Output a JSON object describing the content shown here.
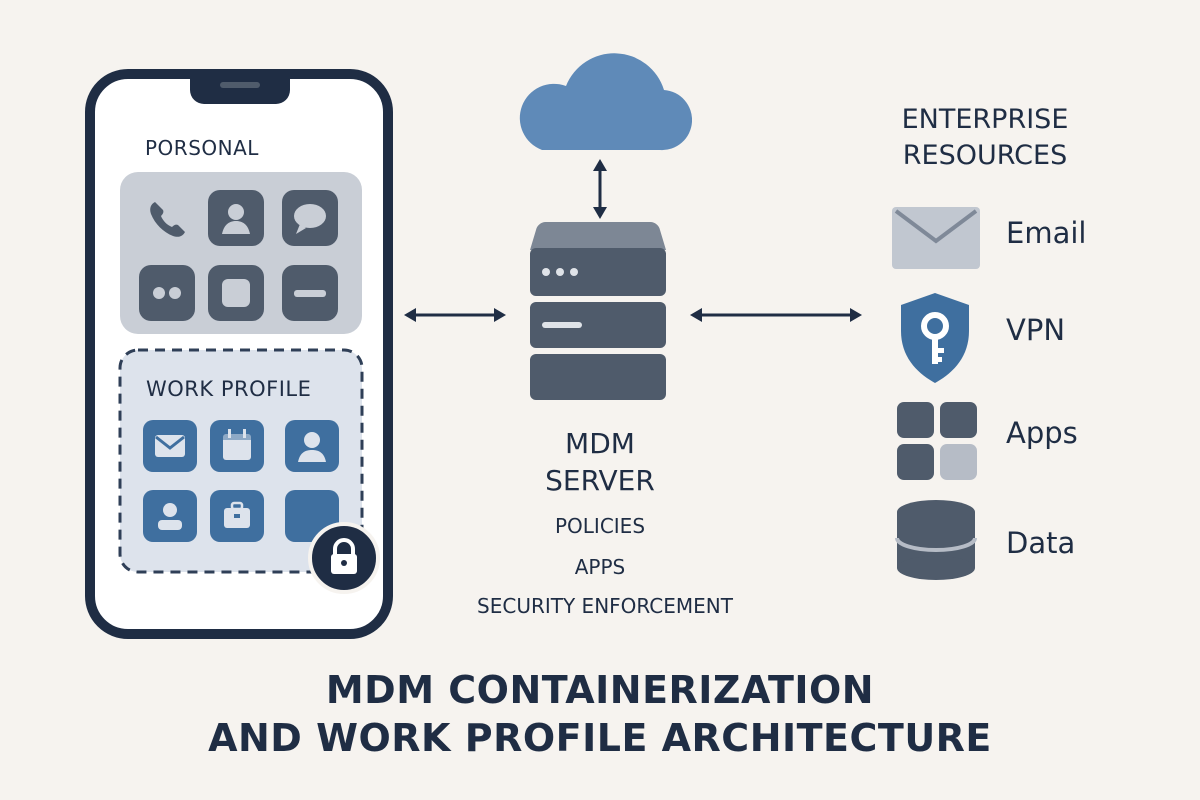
{
  "phone": {
    "personal_label": "PORSONAL",
    "work_profile_label": "WORK PROFILE",
    "personal_apps": [
      "phone-icon",
      "contact-icon",
      "message-icon",
      "dots-icon",
      "square-icon",
      "minus-icon"
    ],
    "work_apps": [
      "mail-icon",
      "calendar-icon",
      "contact-icon",
      "user-icon",
      "briefcase-icon",
      "blank-icon"
    ],
    "lock_badge": "lock-icon"
  },
  "server": {
    "title_line1": "MDM",
    "title_line2": "SERVER",
    "functions": [
      "POLICIES",
      "APPS",
      "SECURITY ENFORCEMENT"
    ]
  },
  "enterprise": {
    "heading_line1": "ENTERPRISE",
    "heading_line2": "RESOURCES",
    "items": [
      {
        "label": "Email",
        "icon": "envelope-icon"
      },
      {
        "label": "VPN",
        "icon": "shield-key-icon"
      },
      {
        "label": "Apps",
        "icon": "app-grid-icon"
      },
      {
        "label": "Data",
        "icon": "database-icon"
      }
    ]
  },
  "footer": {
    "line1": "MDM CONTAINERIZATION",
    "line2": "AND WORK PROFILE ARCHITECTURE"
  },
  "colors": {
    "background": "#f6f3ef",
    "navy": "#1f2d44",
    "slate": "#4f5b6b",
    "steel_blue": "#5f8ab8",
    "work_blue": "#3f6f9f",
    "personal_panel": "#c9ced6",
    "work_panel": "#dde3ec"
  }
}
